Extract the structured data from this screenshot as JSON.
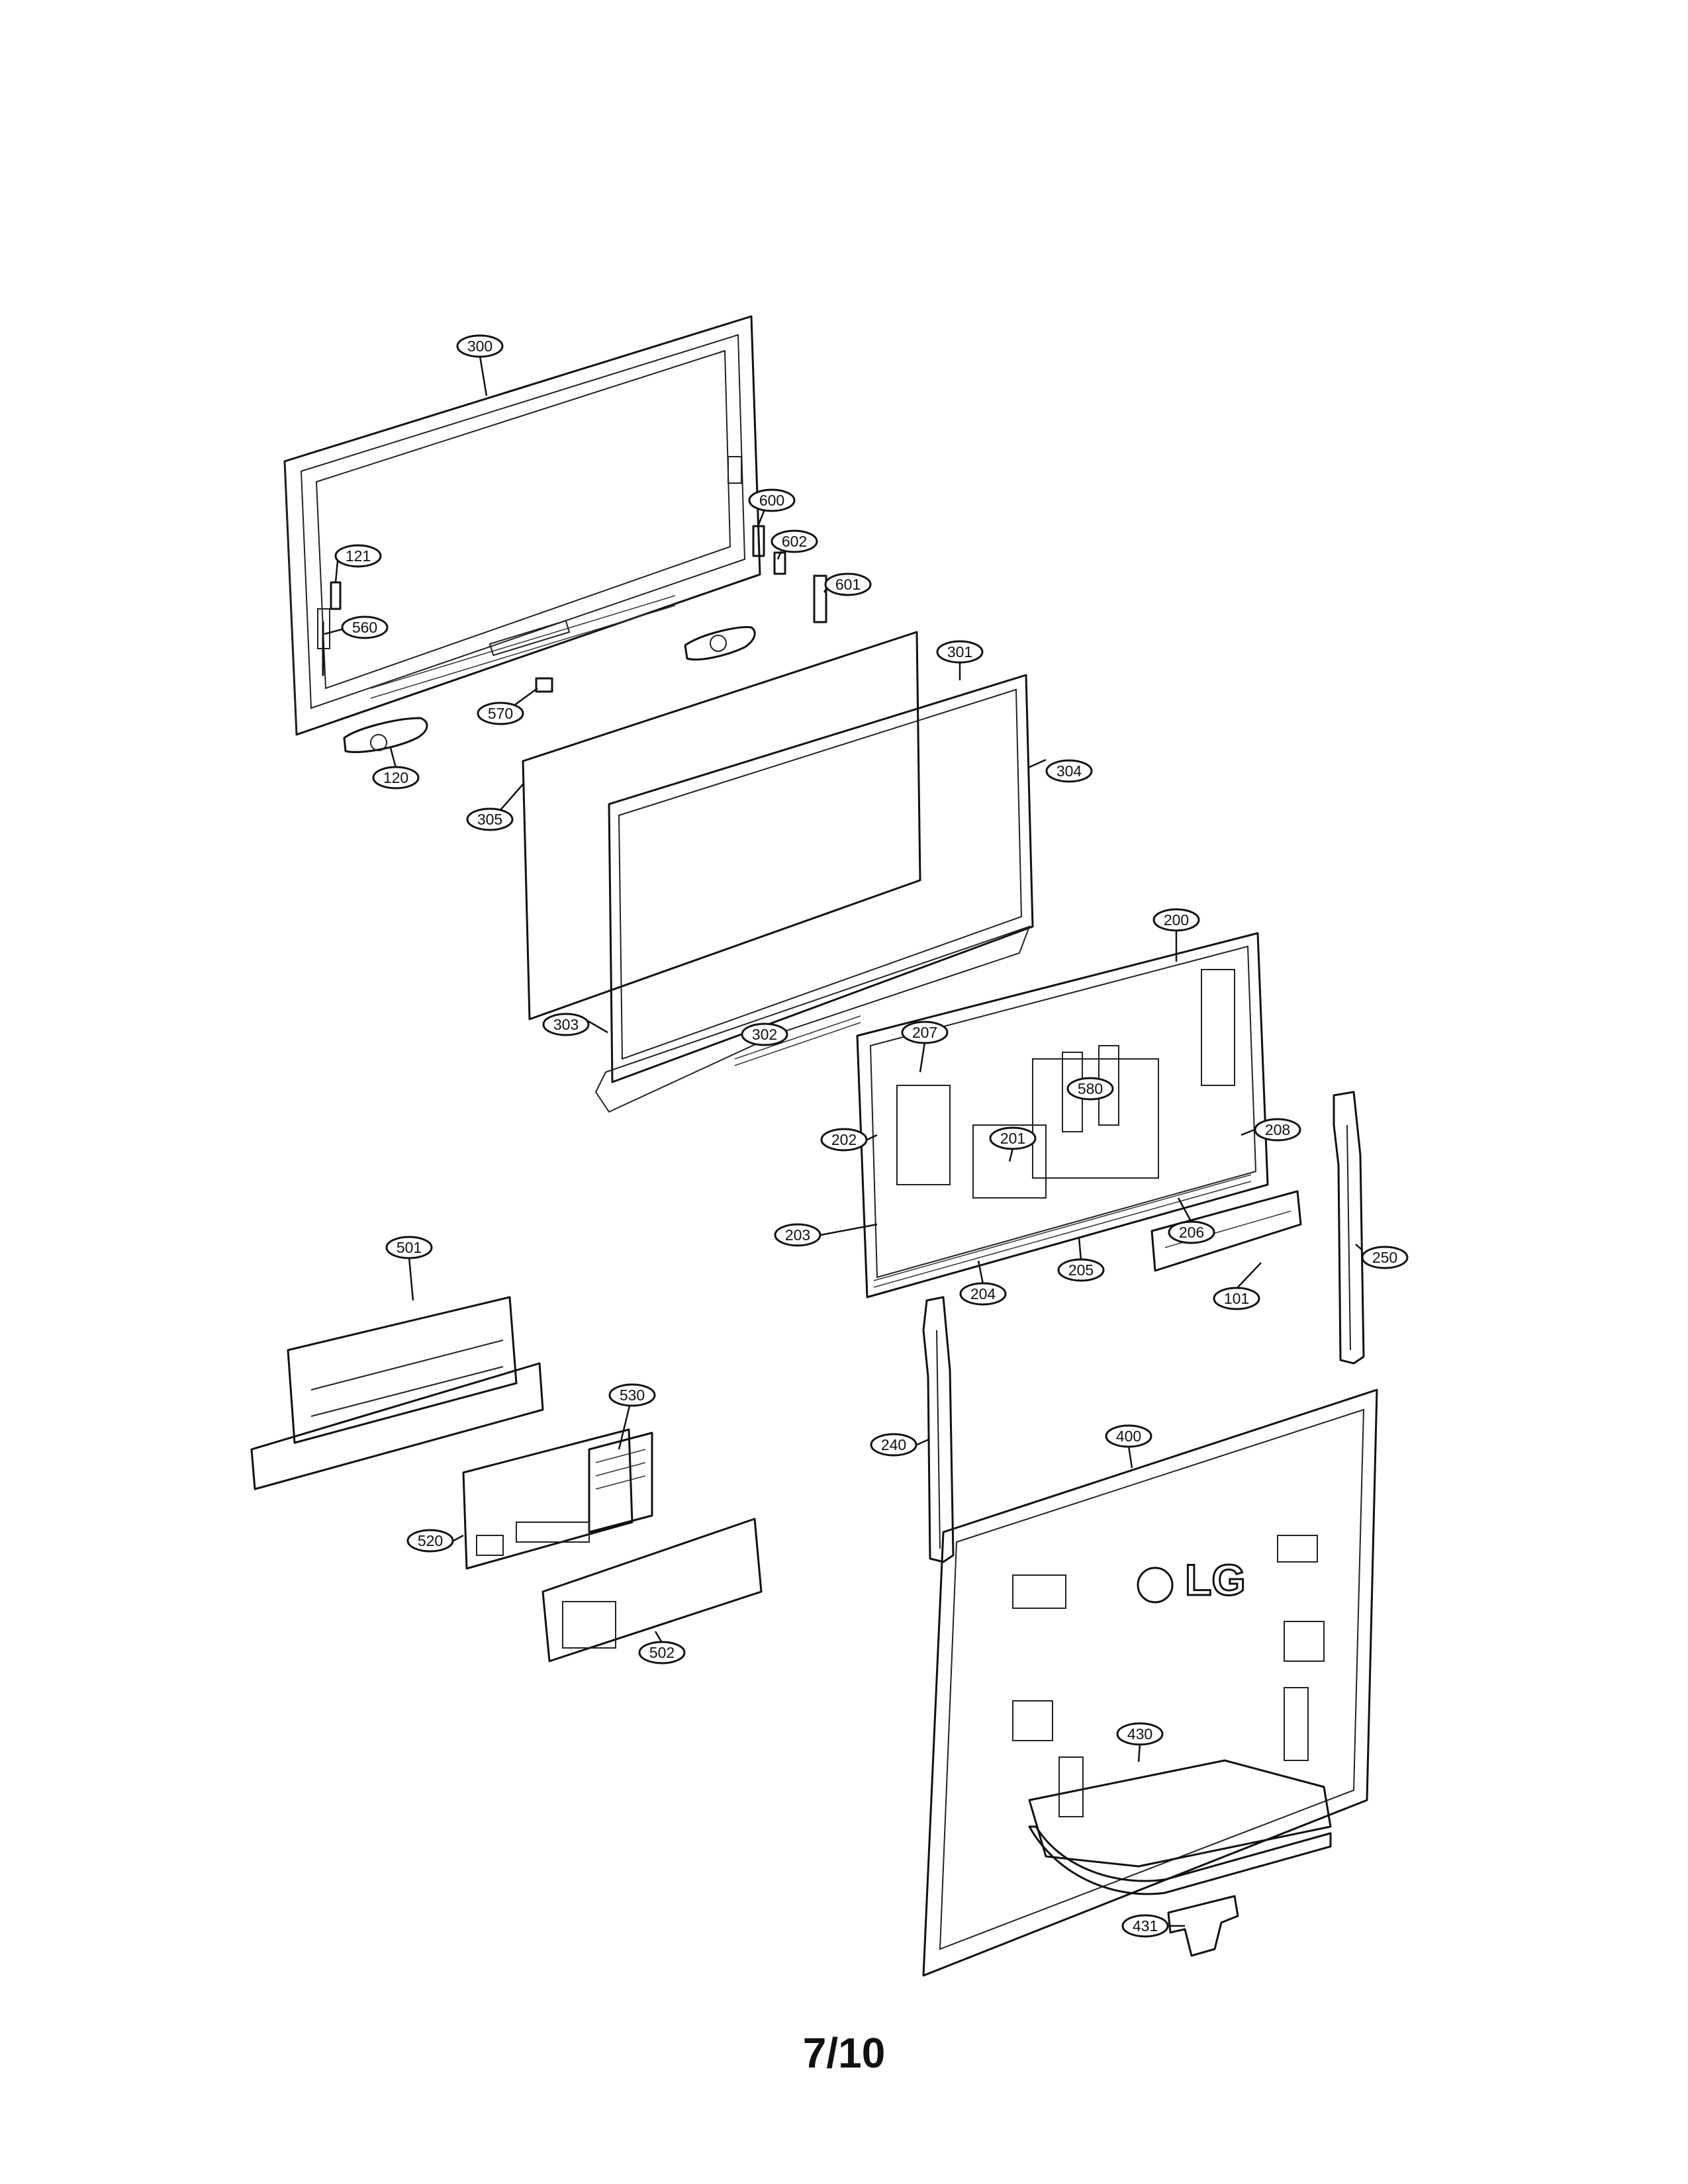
{
  "diagram": {
    "callouts": [
      {
        "id": "300"
      },
      {
        "id": "600"
      },
      {
        "id": "602"
      },
      {
        "id": "601"
      },
      {
        "id": "121"
      },
      {
        "id": "560"
      },
      {
        "id": "570"
      },
      {
        "id": "120"
      },
      {
        "id": "301"
      },
      {
        "id": "304"
      },
      {
        "id": "305"
      },
      {
        "id": "303"
      },
      {
        "id": "302"
      },
      {
        "id": "200"
      },
      {
        "id": "580"
      },
      {
        "id": "207"
      },
      {
        "id": "208"
      },
      {
        "id": "201"
      },
      {
        "id": "202"
      },
      {
        "id": "203"
      },
      {
        "id": "206"
      },
      {
        "id": "205"
      },
      {
        "id": "204"
      },
      {
        "id": "101"
      },
      {
        "id": "250"
      },
      {
        "id": "501"
      },
      {
        "id": "530"
      },
      {
        "id": "520"
      },
      {
        "id": "502"
      },
      {
        "id": "240"
      },
      {
        "id": "400"
      },
      {
        "id": "430"
      },
      {
        "id": "431"
      }
    ],
    "logo": {
      "text": "LG"
    }
  },
  "page": {
    "number": "7/10"
  }
}
